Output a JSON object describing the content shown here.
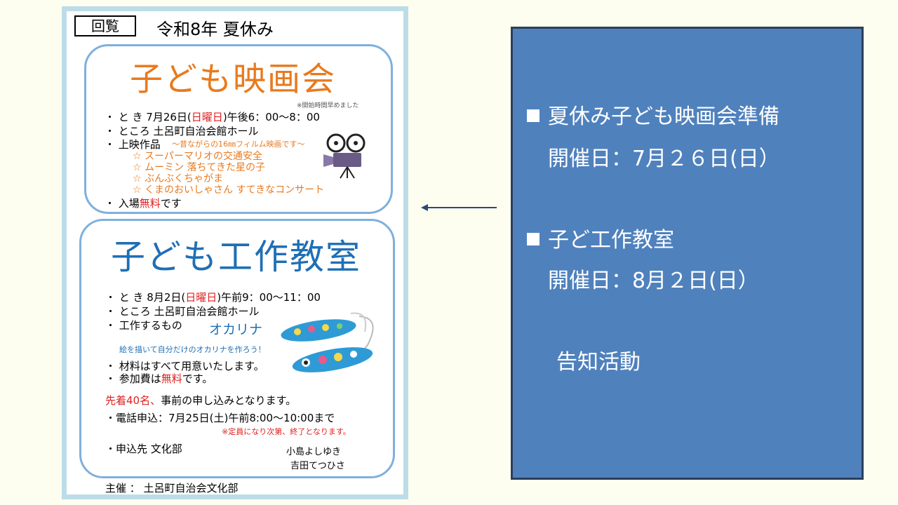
{
  "flyer": {
    "circular_label": "回覧",
    "header_title": "令和8年  夏休み",
    "movie": {
      "title": "子ども映画会",
      "start_note": "※開始時間早めました",
      "when_label": "・ と  き  7月26日(",
      "when_day": "日曜日",
      "when_time": ")午後6：00〜8：00",
      "where": "・ ところ    土呂町自治会館ホール",
      "works_label": "・ 上映作品",
      "works_subtitle": "〜昔ながらの16㎜フィルム映画です〜",
      "works": [
        "☆  スーパーマリオの交通安全",
        "☆  ムーミン  落ちてきた星の子",
        "☆  ぶんぶくちゃがま",
        "☆  くまのおいしゃさん  すてきなコンサート"
      ],
      "admission_prefix": "・ 入場",
      "admission_free": "無料",
      "admission_suffix": "です"
    },
    "craft": {
      "title": "子ども工作教室",
      "when_label": "・ と  き  8月2日(",
      "when_day": "日曜日",
      "when_time": ")午前9：00〜11：00",
      "where": "・ ところ  土呂町自治会館ホール",
      "item_label": "・ 工作するもの",
      "item_name": "オカリナ",
      "item_desc": "絵を描いて自分だけのオカリナを作ろう！",
      "materials": "・ 材料はすべて用意いたします。",
      "fee_prefix": "・ 参加費は",
      "fee_free": "無料",
      "fee_suffix": "です。",
      "capacity_red": "先着40名、",
      "capacity_rest": "事前の申し込みとなります。",
      "phone": "・電話申込：7月25日(土)午前8:00〜10:00まで",
      "phone_note": "※定員になり次第、終了となります。",
      "contact_label": "・申込先  文化部",
      "contact_people": [
        "小島よしゆき",
        "吉田てつひさ"
      ]
    },
    "organizer": "主催 ： 土呂町自治会文化部"
  },
  "panel": {
    "item1_title": "夏休み子ども映画会準備",
    "item1_date": "開催日：7月２６日(日）",
    "item2_title": "子ど工作教室",
    "item2_date": "開催日：8月２日(日）",
    "footer": "告知活動"
  },
  "colors": {
    "panel_bg": "#4f81bd",
    "movie_title": "#e87a1e",
    "craft_title": "#1f6fb5",
    "highlight_red": "#e02020"
  }
}
